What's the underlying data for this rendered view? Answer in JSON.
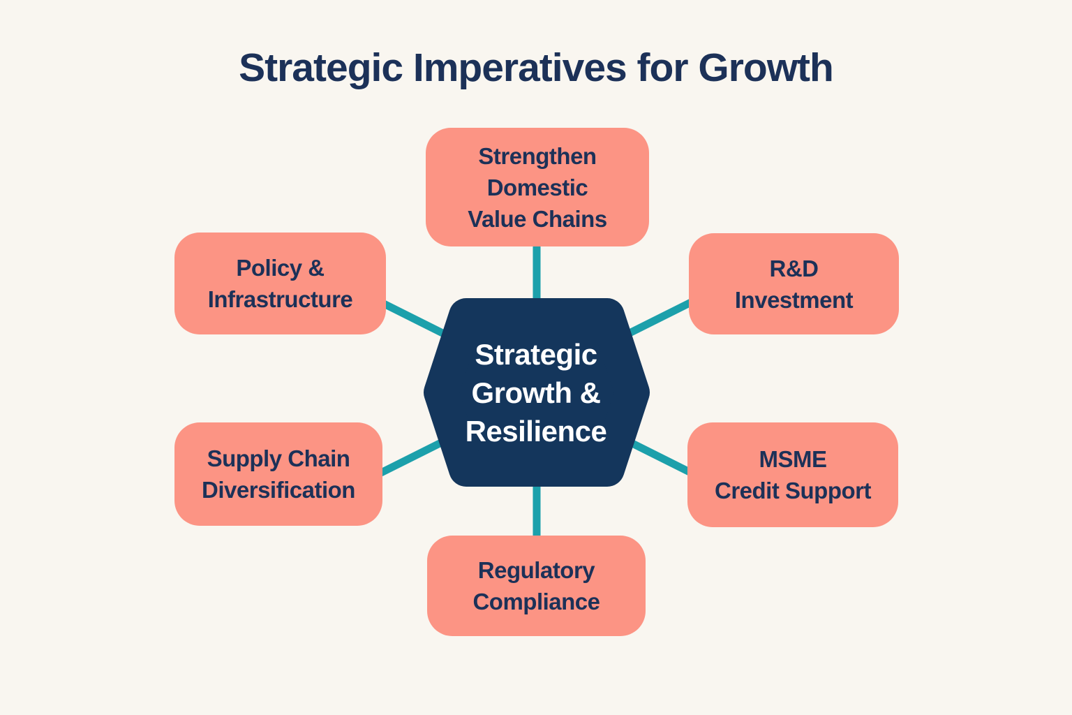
{
  "title": "Strategic Imperatives for Growth",
  "center": {
    "label": "Strategic\nGrowth &\nResilience"
  },
  "nodes": [
    {
      "id": "strengthen-domestic-value-chains",
      "label": "Strengthen\nDomestic\nValue Chains",
      "position": "top"
    },
    {
      "id": "rd-investment",
      "label": "R&D\nInvestment",
      "position": "top-right"
    },
    {
      "id": "msme-credit-support",
      "label": "MSME\nCredit Support",
      "position": "bottom-right"
    },
    {
      "id": "regulatory-compliance",
      "label": "Regulatory\nCompliance",
      "position": "bottom"
    },
    {
      "id": "supply-chain-diversification",
      "label": "Supply Chain\nDiversification",
      "position": "bottom-left"
    },
    {
      "id": "policy-infrastructure",
      "label": "Policy &\nInfrastructure",
      "position": "top-left"
    }
  ],
  "colors": {
    "background": "#F9F6F0",
    "node_fill": "#FC9484",
    "center_fill": "#14365C",
    "connector": "#1CA0AB",
    "text_navy": "#1C3158",
    "center_text": "#FFFFFF"
  }
}
